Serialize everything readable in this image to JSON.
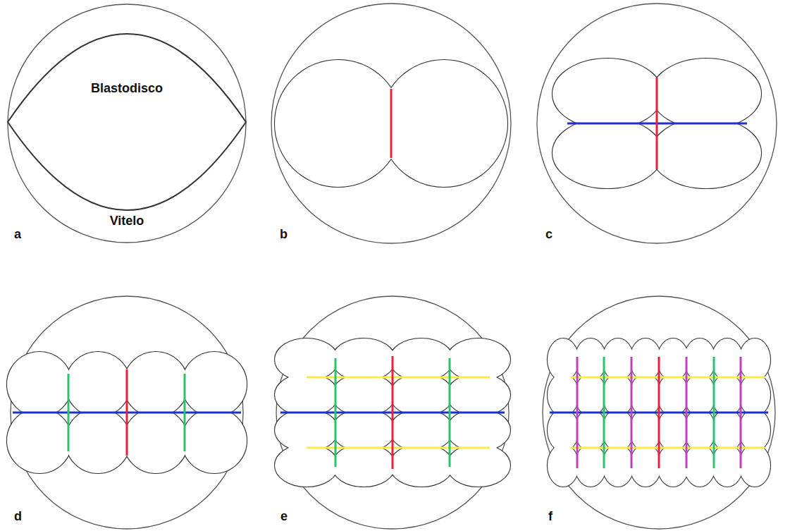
{
  "diagram": {
    "nodes": [
      {
        "text": [
          "Vitelo"
        ]
      },
      {
        "text": [
          "Blastodisco"
        ],
        "in": 0
      }
    ],
    "labels": [
      "a",
      "b",
      "c",
      "d",
      "e",
      "f"
    ]
  }
}
